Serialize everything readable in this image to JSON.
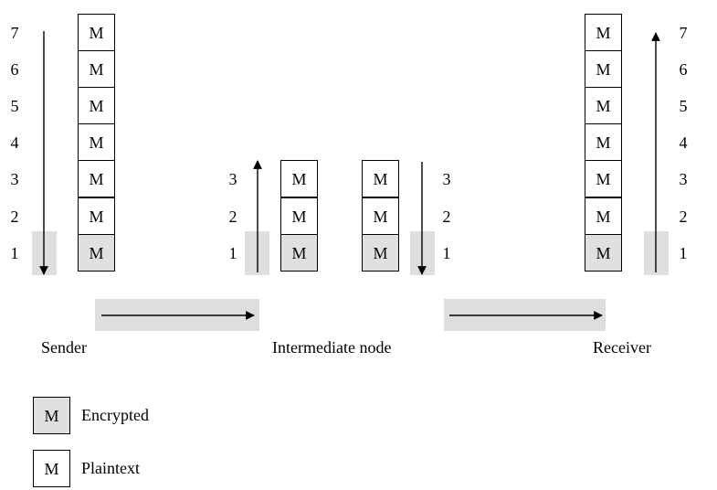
{
  "nodes": {
    "sender": "Sender",
    "intermediate": "Intermediate node",
    "receiver": "Receiver"
  },
  "message_symbol": "M",
  "layers": {
    "full": [
      "7",
      "6",
      "5",
      "4",
      "3",
      "2",
      "1"
    ],
    "partial": [
      "3",
      "2",
      "1"
    ]
  },
  "legend": {
    "encrypted": {
      "symbol": "M",
      "label": "Encrypted"
    },
    "plaintext": {
      "symbol": "M",
      "label": "Plaintext"
    }
  },
  "colors": {
    "encrypted_fill": "#e0e0e0",
    "shade": "#dedede",
    "plaintext_fill": "#ffffff",
    "line": "#000000"
  }
}
